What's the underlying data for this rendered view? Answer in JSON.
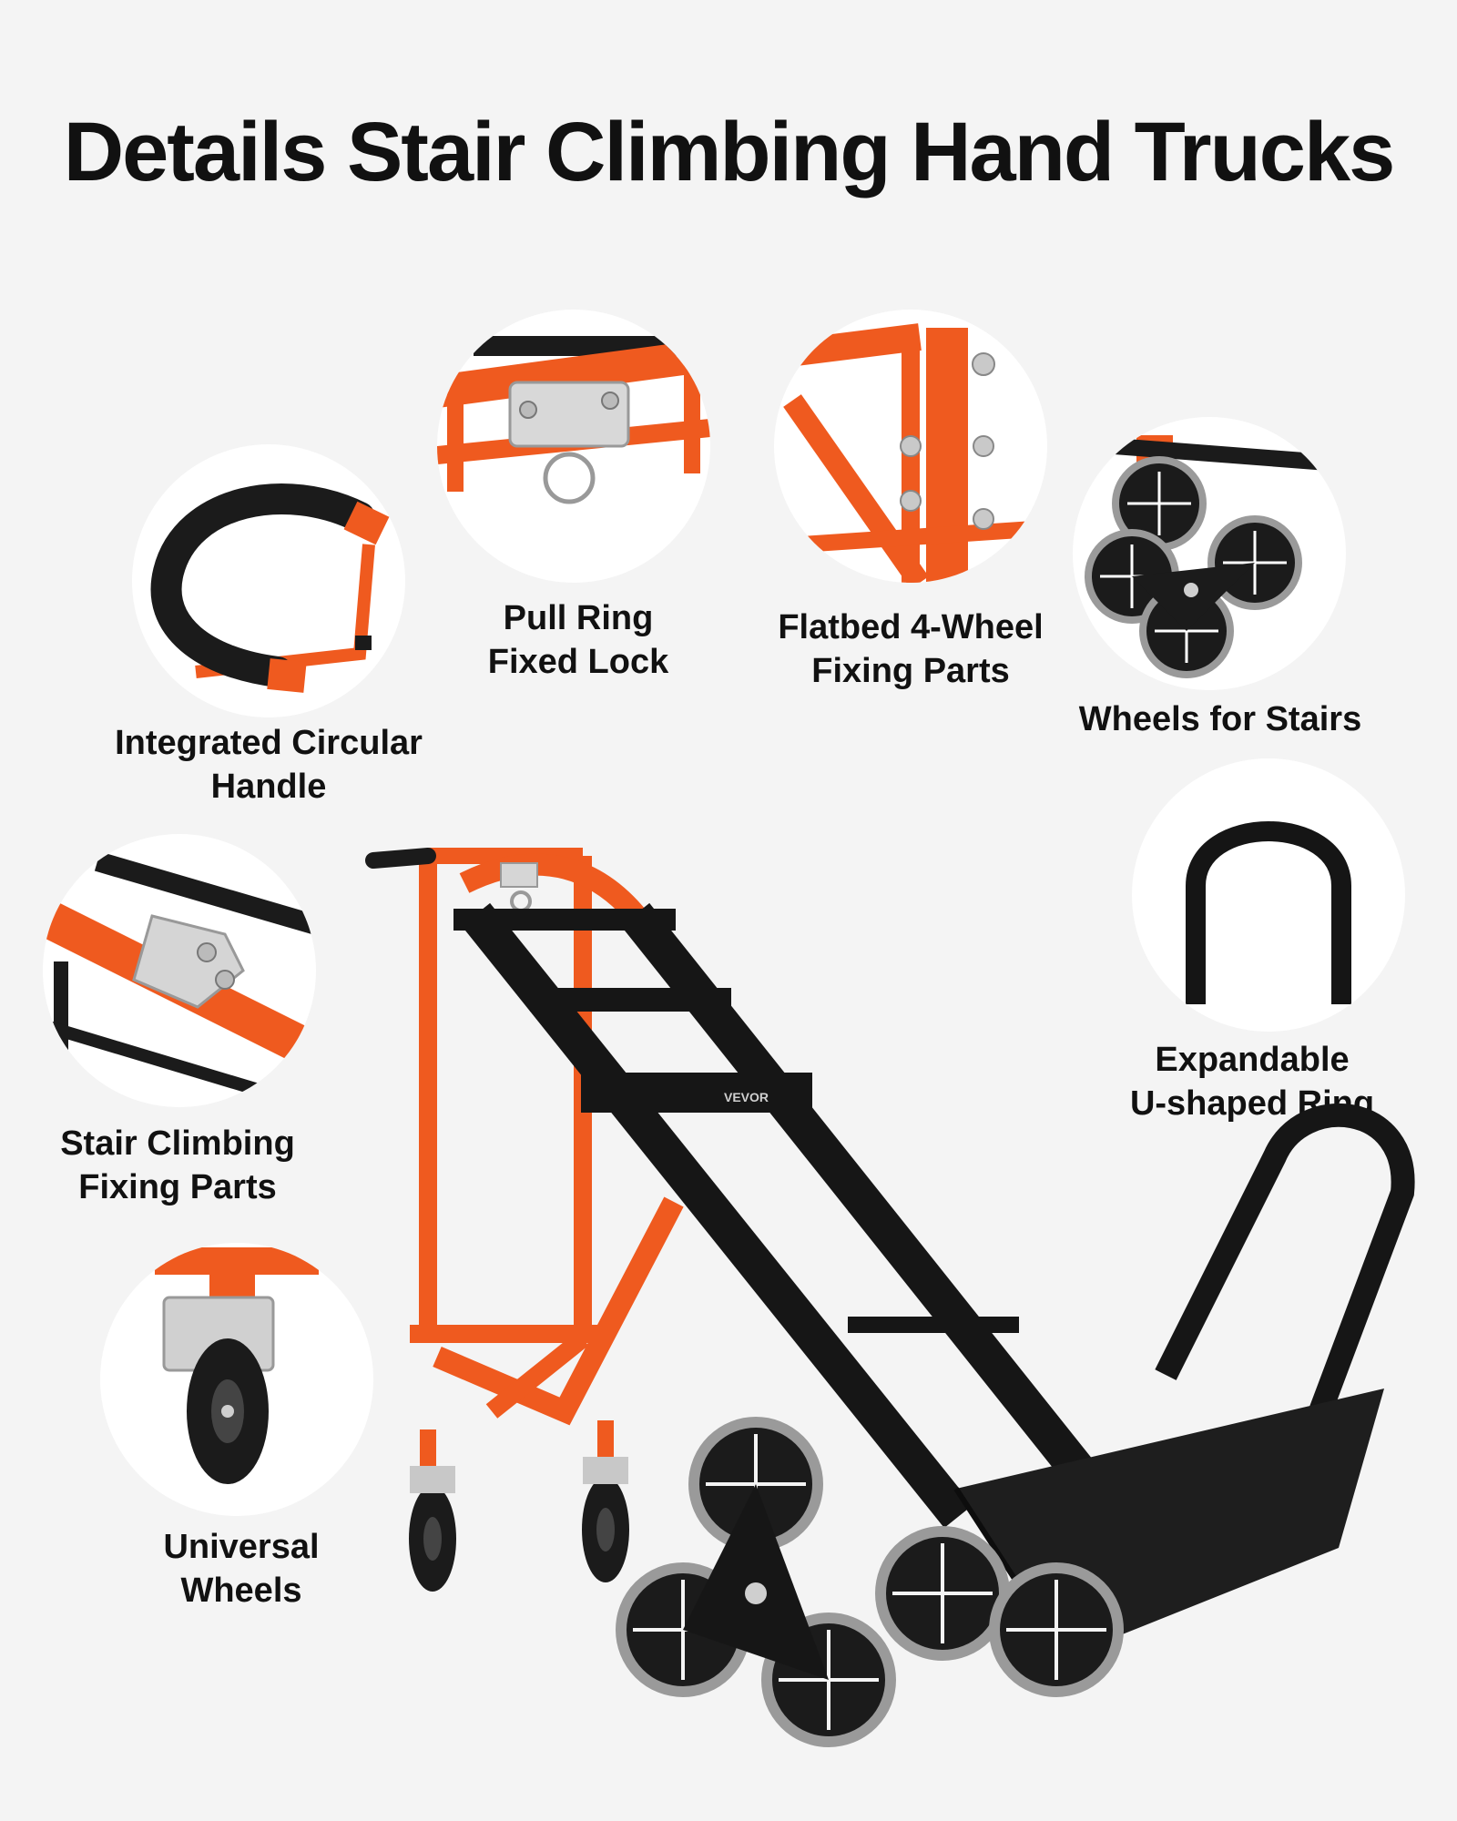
{
  "title": "Details Stair Climbing Hand Trucks",
  "colors": {
    "accent": "#ef5a1f",
    "frame": "#1b1b1b",
    "tire": "#9a9a9a",
    "background": "#f4f4f4"
  },
  "details": [
    {
      "name": "integrated-circular-handle",
      "label": "Integrated Circular\nHandle",
      "icon": "curved-handle-icon"
    },
    {
      "name": "pull-ring-fixed-lock",
      "label": "Pull Ring\nFixed Lock",
      "icon": "pull-ring-icon"
    },
    {
      "name": "flatbed-fixing-parts",
      "label": "Flatbed 4-Wheel\nFixing Parts",
      "icon": "bolt-bracket-icon"
    },
    {
      "name": "wheels-for-stairs",
      "label": "Wheels for Stairs",
      "icon": "tri-wheel-icon"
    },
    {
      "name": "expandable-u-ring",
      "label": "Expandable\nU-shaped Ring",
      "icon": "u-ring-icon"
    },
    {
      "name": "stair-climbing-fixing-parts",
      "label": "Stair Climbing\nFixing Parts",
      "icon": "hinge-bracket-icon"
    },
    {
      "name": "universal-wheels",
      "label": "Universal\nWheels",
      "icon": "caster-wheel-icon"
    }
  ],
  "product": {
    "brand": "VEVOR"
  }
}
